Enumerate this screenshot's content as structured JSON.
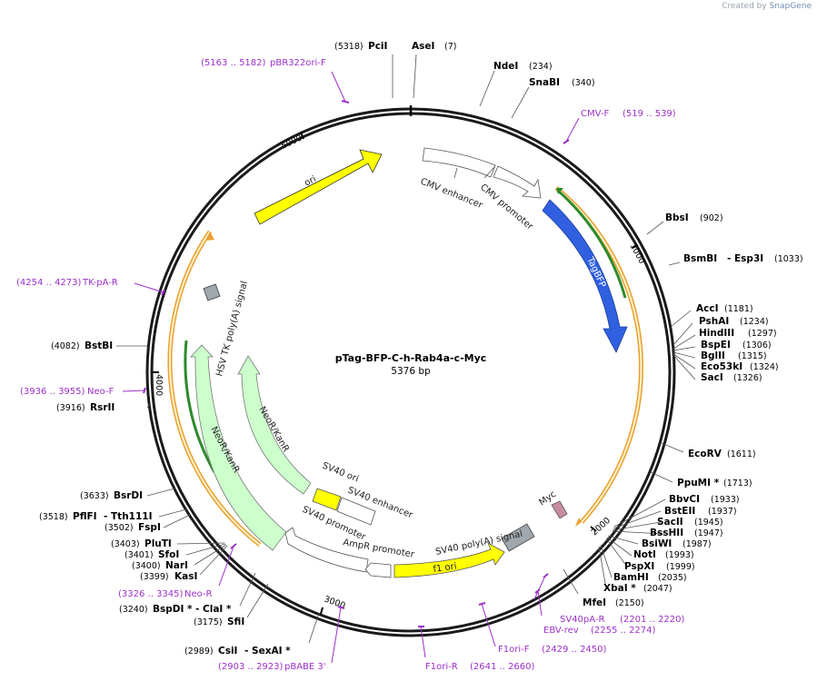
{
  "header": {
    "created_by": "Created by",
    "brand": "SnapGene"
  },
  "plasmid": {
    "name": "pTag-BFP-C-h-Rab4a-c-Myc",
    "size": "5376 bp"
  },
  "ticks": [
    "1000",
    "2000",
    "3000",
    "4000",
    "5000"
  ],
  "features": [
    "ori",
    "CMV enhancer",
    "CMV promoter",
    "TagBFP",
    "HSV TK poly(A) signal",
    "NeoR/KanR",
    "NeoR/KanR",
    "SV40 ori",
    "SV40 enhancer",
    "SV40 promoter",
    "AmpR promoter",
    "SV40 poly(A) signal",
    "f1 ori",
    "Myc"
  ],
  "sites": [
    {
      "name": "PciI",
      "pos": "(5318)"
    },
    {
      "name": "AseI",
      "pos": "(7)"
    },
    {
      "name": "NdeI",
      "pos": "(234)"
    },
    {
      "name": "SnaBI",
      "pos": "(340)"
    },
    {
      "name": "BbsI",
      "pos": "(902)"
    },
    {
      "name": "BsmBI",
      "sep": "- Esp3I",
      "pos": "(1033)"
    },
    {
      "name": "AccI",
      "pos": "(1181)"
    },
    {
      "name": "PshAI",
      "pos": "(1234)"
    },
    {
      "name": "HindIII",
      "pos": "(1297)"
    },
    {
      "name": "BspEI",
      "pos": "(1306)"
    },
    {
      "name": "BglII",
      "pos": "(1315)"
    },
    {
      "name": "Eco53kI",
      "pos": "(1324)"
    },
    {
      "name": "SacI",
      "pos": "(1326)"
    },
    {
      "name": "EcoRV",
      "pos": "(1611)"
    },
    {
      "name": "PpuMI *",
      "pos": "(1713)"
    },
    {
      "name": "BbvCI",
      "pos": "(1933)"
    },
    {
      "name": "BstEII",
      "pos": "(1937)"
    },
    {
      "name": "SacII",
      "pos": "(1945)"
    },
    {
      "name": "BssHII",
      "pos": "(1947)"
    },
    {
      "name": "BsiWI",
      "pos": "(1987)"
    },
    {
      "name": "NotI",
      "pos": "(1993)"
    },
    {
      "name": "PspXI",
      "pos": "(1999)"
    },
    {
      "name": "BamHI",
      "pos": "(2035)"
    },
    {
      "name": "XbaI *",
      "pos": "(2047)"
    },
    {
      "name": "MfeI",
      "pos": "(2150)"
    },
    {
      "name": "CsiI",
      "sep": "- SexAI *",
      "pos": "(2989)"
    },
    {
      "name": "SfiI",
      "pos": "(3175)"
    },
    {
      "name": "BspDI *",
      "sep": "- ClaI *",
      "pos": "(3240)"
    },
    {
      "name": "KasI",
      "pos": "(3399)"
    },
    {
      "name": "NarI",
      "pos": "(3400)"
    },
    {
      "name": "SfoI",
      "pos": "(3401)"
    },
    {
      "name": "PluTI",
      "pos": "(3403)"
    },
    {
      "name": "FspI",
      "pos": "(3502)"
    },
    {
      "name": "PflFI",
      "sep": "- Tth111I",
      "pos": "(3518)"
    },
    {
      "name": "BsrDI",
      "pos": "(3633)"
    },
    {
      "name": "RsrII",
      "pos": "(3916)"
    },
    {
      "name": "BstBI",
      "pos": "(4082)"
    }
  ],
  "primers": [
    {
      "name": "pBR322ori-F",
      "pos": "(5163 .. 5182)"
    },
    {
      "name": "CMV-F",
      "pos": "(519 .. 539)"
    },
    {
      "name": "TK-pA-R",
      "pos": "(4254 .. 4273)"
    },
    {
      "name": "Neo-F",
      "pos": "(3936 .. 3955)"
    },
    {
      "name": "Neo-R",
      "pos": "(3326 .. 3345)"
    },
    {
      "name": "SV40pA-R",
      "pos": "(2201 .. 2220)"
    },
    {
      "name": "EBV-rev",
      "pos": "(2255 .. 2274)"
    },
    {
      "name": "F1ori-F",
      "pos": "(2429 .. 2450)"
    },
    {
      "name": "F1ori-R",
      "pos": "(2641 .. 2660)"
    },
    {
      "name": "pBABE 3'",
      "pos": "(2903 .. 2923)"
    }
  ]
}
